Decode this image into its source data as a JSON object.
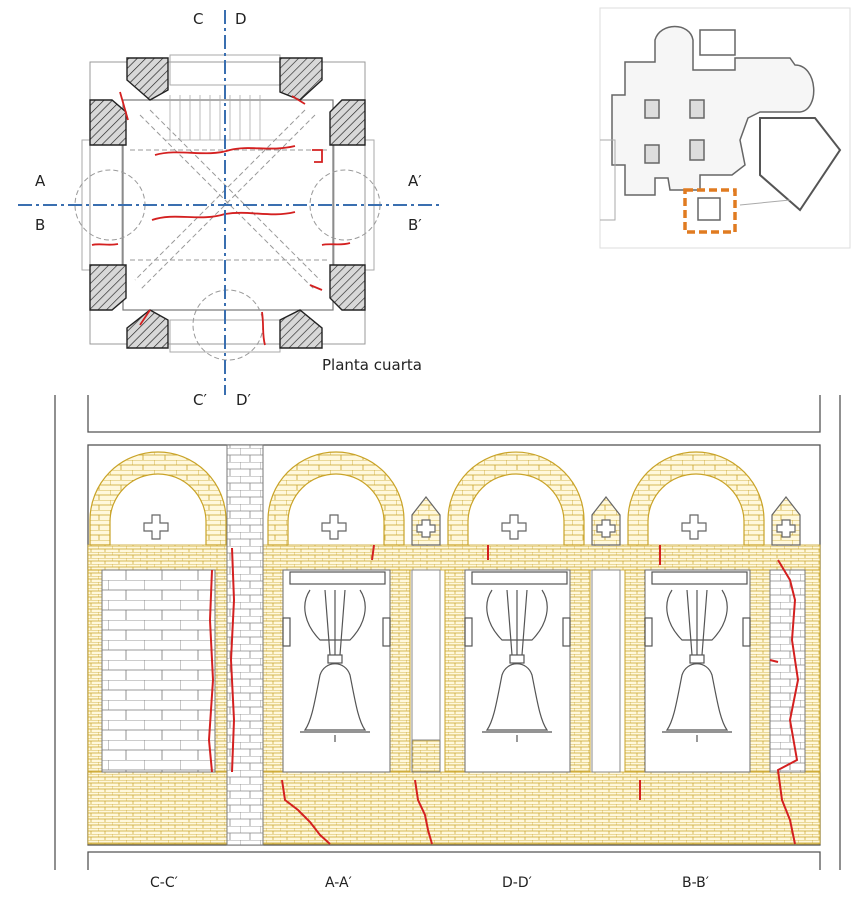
{
  "plan": {
    "title": "Planta cuarta",
    "section_labels": {
      "c_top": "C",
      "d_top": "D",
      "a_left": "A",
      "b_left": "B",
      "a_right": "A′",
      "b_right": "B′",
      "c_bottom": "C′",
      "d_bottom": "D′"
    }
  },
  "elevation": {
    "sections": [
      "C-C′",
      "A-A′",
      "D-D′",
      "B-B′"
    ]
  },
  "colors": {
    "brick": "#d9b441",
    "crack": "#d42020",
    "axis": "#3a6fb0",
    "locator": "#e07b21",
    "line": "#555555"
  }
}
